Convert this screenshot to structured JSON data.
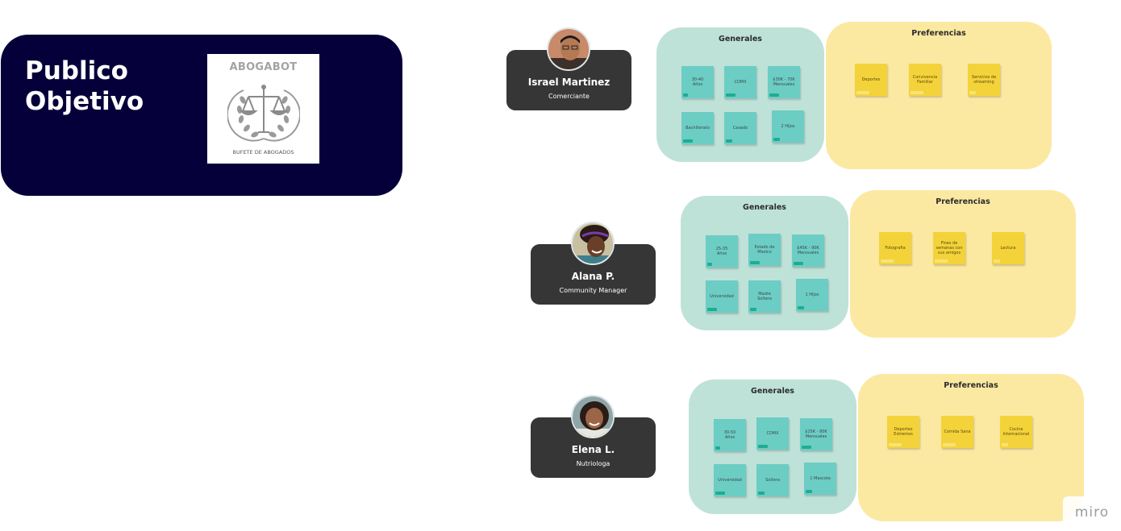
{
  "board": {
    "title": "Publico\nObjetivo",
    "logo": {
      "name": "ABOGABOT",
      "subtitle": "BUFETE DE ABOGADOS"
    }
  },
  "personas": [
    {
      "name": "Israel Martinez",
      "role": "Comerciante",
      "generales_title": "Generales",
      "preferencias_title": "Preferencias",
      "generales": [
        "30-40\nAños",
        "CDMX",
        "$30K - 70K\nMensuales",
        "Bachillerato",
        "Casado",
        "2 Hijos"
      ],
      "preferencias": [
        "Deportes",
        "Convivencia\nFamiliar",
        "Servicios de\nstreaming"
      ]
    },
    {
      "name": "Alana P.",
      "role": "Community Manager",
      "generales_title": "Generales",
      "preferencias_title": "Preferencias",
      "generales": [
        "25-35\nAños",
        "Estado de\nMexico",
        "$45K - 90K\nMensuales",
        "Universidad",
        "Madre\nSoltera",
        "1 Hijos"
      ],
      "preferencias": [
        "Fotografia",
        "Fines de\nsemanas con\nsus amigos",
        "Lectura"
      ]
    },
    {
      "name": "Elena L.",
      "role": "Nutriologa",
      "generales_title": "Generales",
      "preferencias_title": "Preferencias",
      "generales": [
        "30-50\nAños",
        "CDMX",
        "$25K - 80K\nMensuales",
        "Universidad",
        "Soltera",
        "1 Mascota"
      ],
      "preferencias": [
        "Deportes\nExtremos",
        "Comida Sana",
        "Cocina\nInternacional"
      ]
    }
  ],
  "watermark": "miro",
  "colors": {
    "title_card": "#06003a",
    "persona_card": "#363636",
    "generales_frame": "#bfe2d8",
    "preferencias_frame": "#fbe9a2",
    "sticky_teal": "#6ccdc5",
    "sticky_yellow": "#f4d33a"
  }
}
